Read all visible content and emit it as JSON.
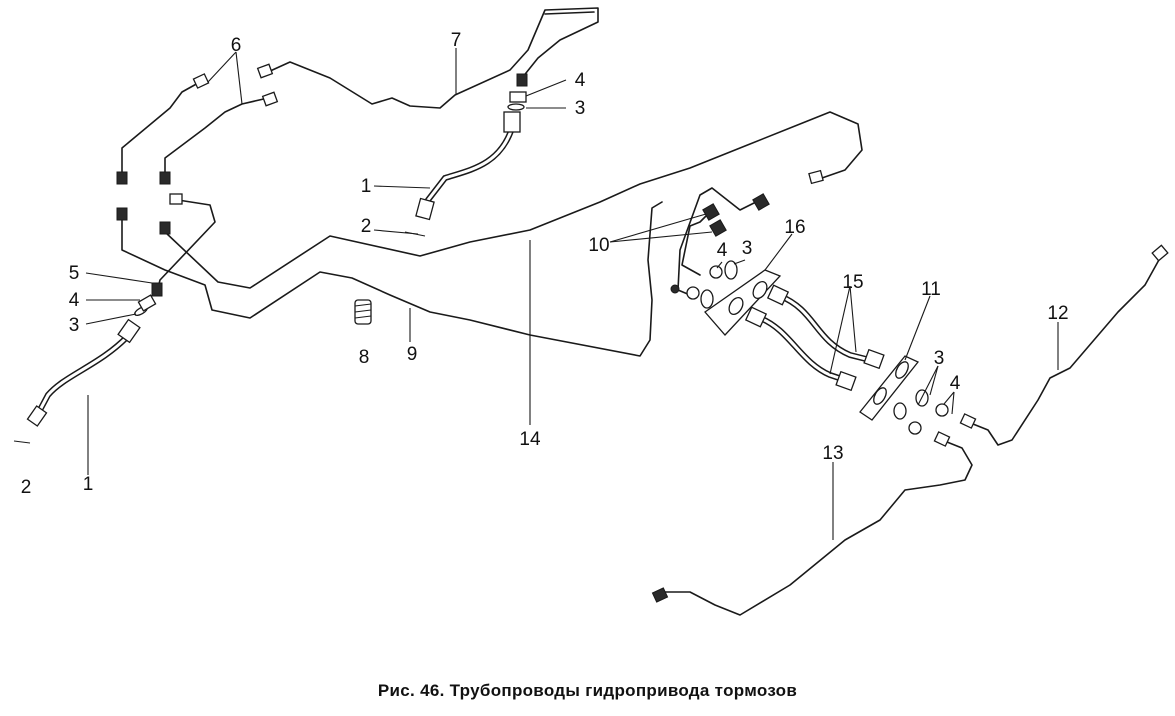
{
  "caption": "Рис. 46. Трубопроводы гидропривода тормозов",
  "callouts": {
    "n1_top": "1",
    "n1_left": "1",
    "n2_top": "2",
    "n2_left": "2",
    "n3_a": "3",
    "n3_b": "3",
    "n3_c": "3",
    "n3_d": "3",
    "n4_a": "4",
    "n4_b": "4",
    "n4_c": "4",
    "n4_d": "4",
    "n5": "5",
    "n6": "6",
    "n7": "7",
    "n8": "8",
    "n9": "9",
    "n10": "10",
    "n11": "11",
    "n12": "12",
    "n13": "13",
    "n14": "14",
    "n15": "15",
    "n16": "16"
  }
}
